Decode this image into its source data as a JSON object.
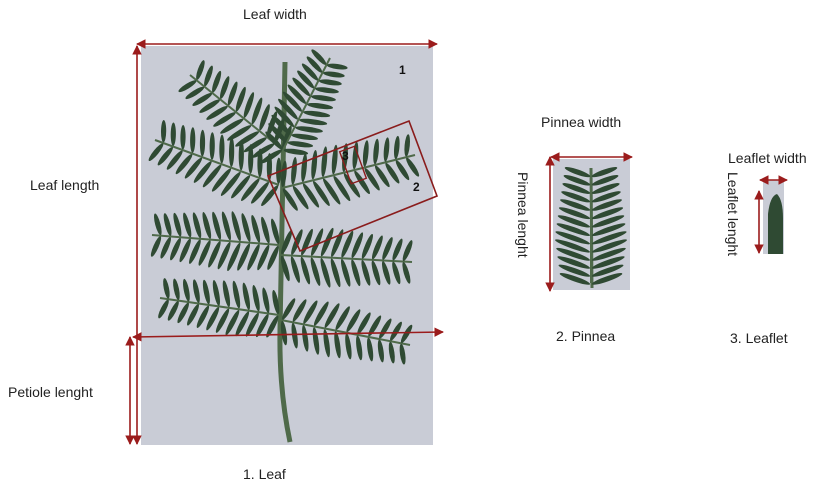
{
  "accent_color": "#9b1c1c",
  "leaf_color": "#2f4a33",
  "panels": {
    "leaf": {
      "caption": "1. Leaf",
      "marker_1": "1",
      "marker_2": "2",
      "marker_3": "3",
      "width_label": "Leaf width",
      "length_label": "Leaf length",
      "petiole_label": "Petiole lenght"
    },
    "pinnea": {
      "caption": "2. Pinnea",
      "width_label": "Pinnea width",
      "length_label": "Pinnea lenght"
    },
    "leaflet": {
      "caption": "3. Leaflet",
      "width_label": "Leaflet width",
      "length_label": "Leaflet lenght"
    }
  }
}
